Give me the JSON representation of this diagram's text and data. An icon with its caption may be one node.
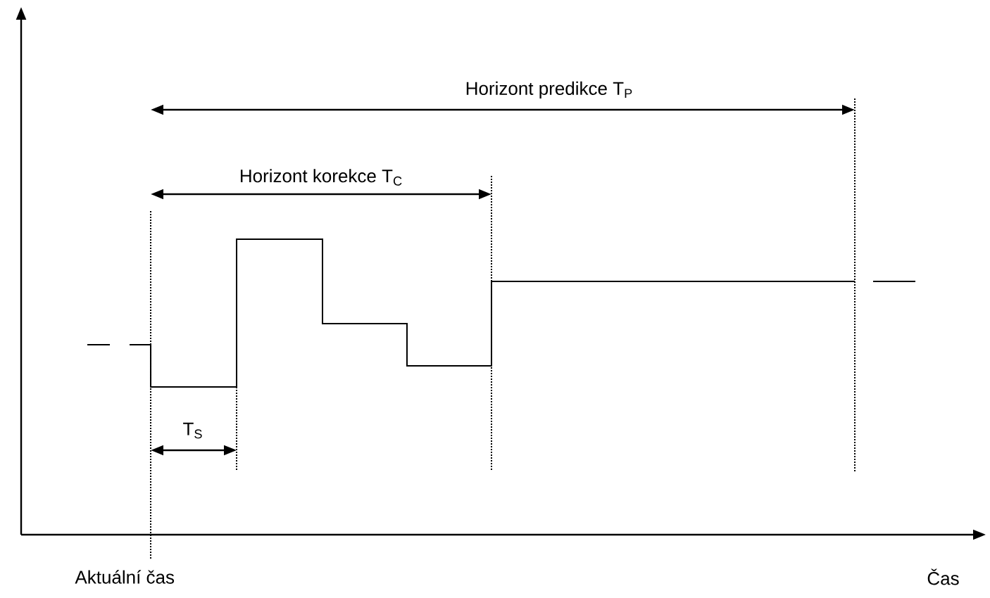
{
  "diagram": {
    "labels": [
      "Horizont predikce T$_{P}$",
      "Horizont korekce T$_{C}$",
      "T$_{S}$",
      "Aktuální čas",
      "Čas"
    ]
  }
}
